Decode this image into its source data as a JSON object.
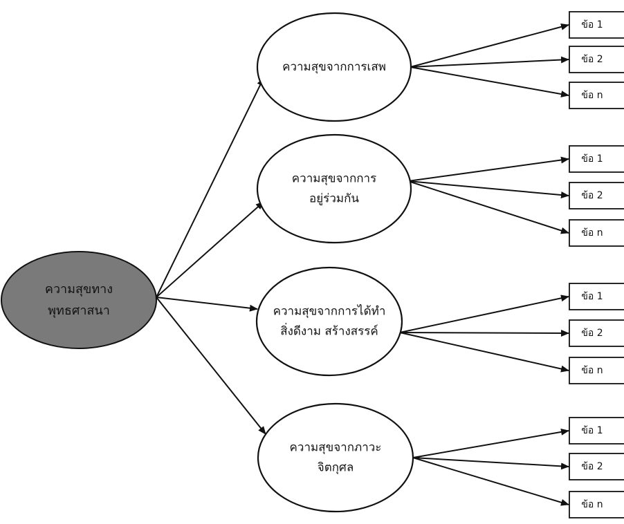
{
  "diagram": {
    "root": {
      "lines": [
        "ความสุขทาง",
        "พุทธศาสนา"
      ],
      "fill": "#7a7a7a"
    },
    "branches": [
      {
        "lines": [
          "ความสุขจากการเสพ"
        ],
        "items": [
          "ข้อ 1",
          "ข้อ 2",
          "ข้อ n"
        ]
      },
      {
        "lines": [
          "ความสุขจากการ",
          "อยู่ร่วมกัน"
        ],
        "items": [
          "ข้อ 1",
          "ข้อ 2",
          "ข้อ n"
        ]
      },
      {
        "lines": [
          "ความสุขจากการได้ทำ",
          "สิ่งดีงาม สร้างสรรค์"
        ],
        "items": [
          "ข้อ 1",
          "ข้อ 2",
          "ข้อ n"
        ]
      },
      {
        "lines": [
          "ความสุขจากภาวะ",
          "จิตกุศล"
        ],
        "items": [
          "ข้อ 1",
          "ข้อ 2",
          "ข้อ n"
        ]
      }
    ]
  }
}
